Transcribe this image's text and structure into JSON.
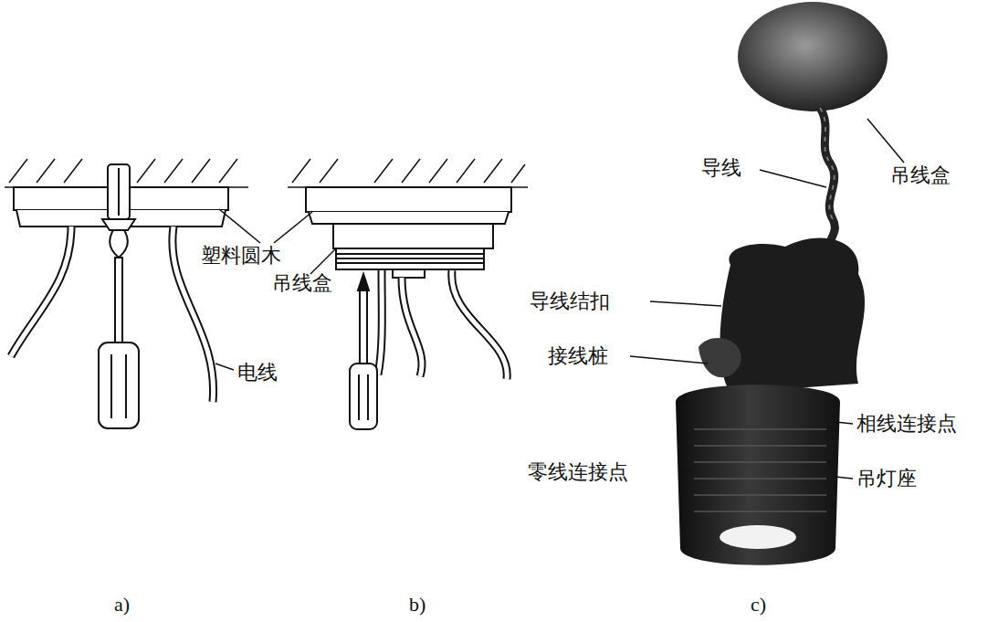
{
  "diagram": {
    "labels": [
      "塑料圆木",
      "吊线盒",
      "电线",
      "导线",
      "吊线盒",
      "导线结扣",
      "接线桩",
      "相线连接点",
      "零线连接点",
      "吊灯座",
      "a)",
      "b)",
      "c)"
    ]
  }
}
